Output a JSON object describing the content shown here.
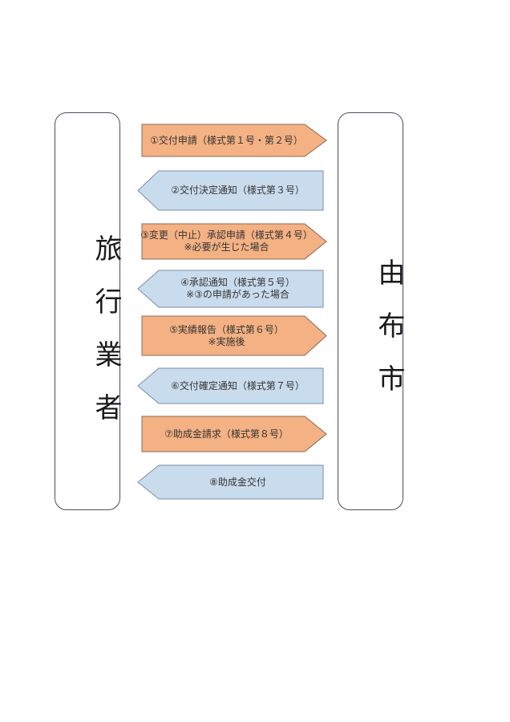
{
  "parties": {
    "left": "旅行業者",
    "right": "由布市"
  },
  "colors": {
    "to_city": "#f4b183",
    "to_city_stroke": "#8a6a5a",
    "to_agent": "#c9dcee",
    "to_agent_stroke": "#7b8ea3",
    "frame": "#4a4f5e"
  },
  "flow_steps": [
    {
      "direction": "right",
      "line1": "①交付申請（様式第１号・第２号）",
      "line2": ""
    },
    {
      "direction": "left",
      "line1": "②交付決定通知（様式第３号）",
      "line2": ""
    },
    {
      "direction": "right",
      "line1": "③変更（中止）承認申請（様式第４号）",
      "line2": "※必要が生じた場合"
    },
    {
      "direction": "left",
      "line1": "④承認通知（様式第５号）",
      "line2": "※③の申請があった場合"
    },
    {
      "direction": "right",
      "line1": "⑤実績報告（様式第６号）",
      "line2": "※実施後"
    },
    {
      "direction": "left",
      "line1": "⑥交付確定通知（様式第７号）",
      "line2": ""
    },
    {
      "direction": "right",
      "line1": "⑦助成金請求（様式第８号）",
      "line2": ""
    },
    {
      "direction": "left",
      "line1": "⑧助成金交付",
      "line2": ""
    }
  ]
}
